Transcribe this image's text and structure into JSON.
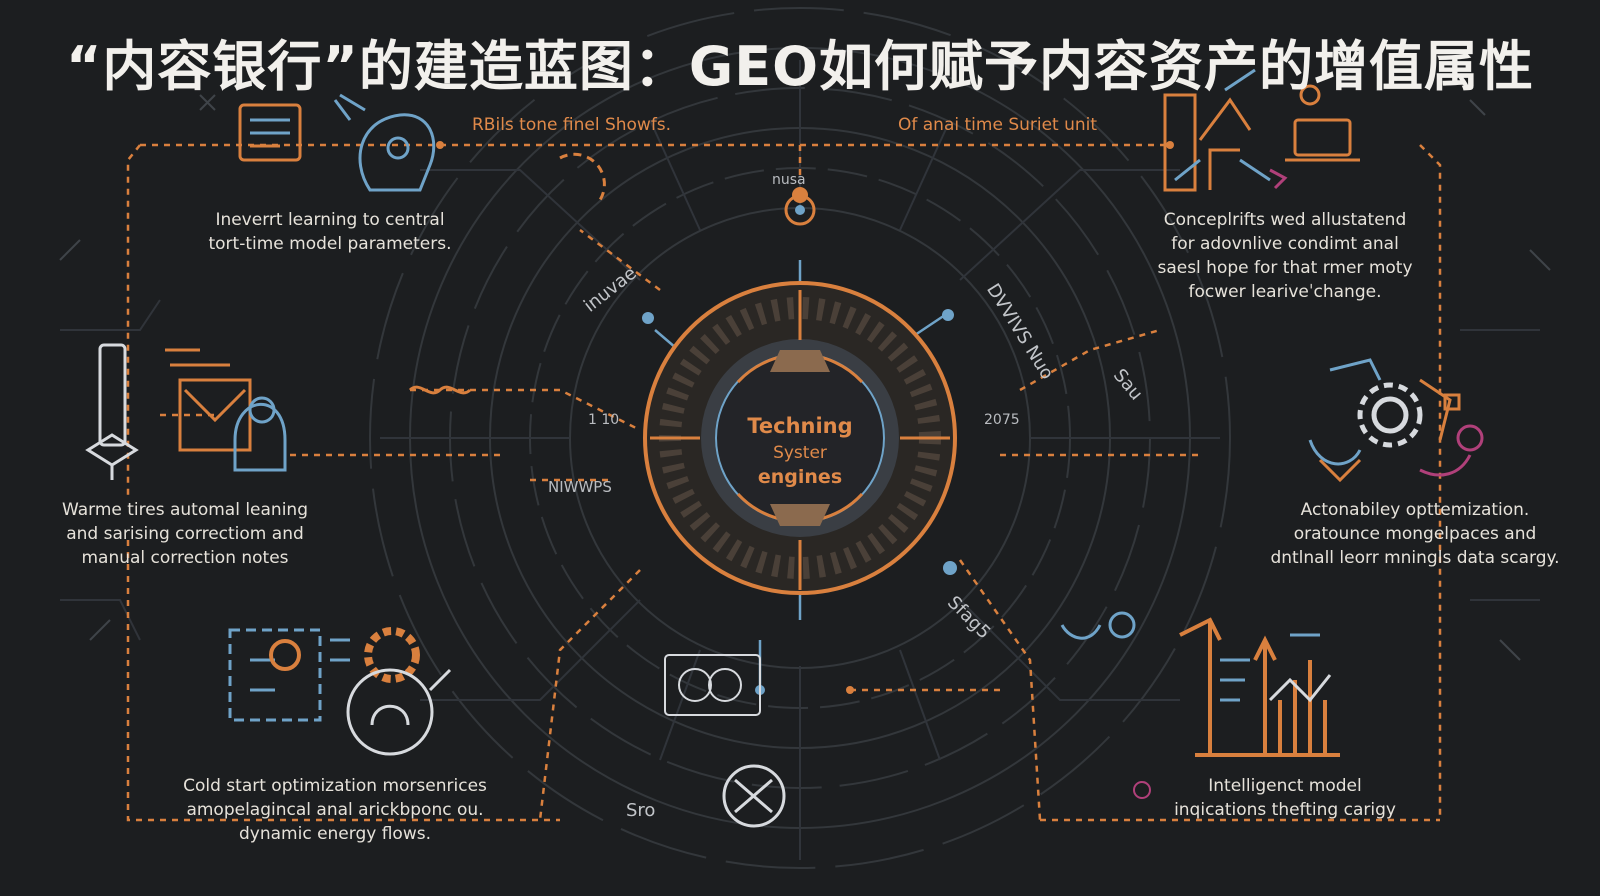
{
  "title": "“内容银行”的建造蓝图：GEO如何赋予内容资产的增值属性",
  "top_labels": {
    "left": "RBils tone finel Showfs.",
    "right": "Of anai time Suriet unit"
  },
  "center": {
    "line1": "Techning",
    "line2": "Syster",
    "line3": "engines",
    "top_tag": "nusa",
    "left_tag": "NIWWPS",
    "left_num": "1 10",
    "right_num": "2075"
  },
  "rotated": {
    "upper_left": "inuvae",
    "upper_right": "DVVIVS Nuo",
    "right_mid": "Sau",
    "lower_right": "Sfag5",
    "bottom": "Sro"
  },
  "captions": {
    "upper_left": "Ineverrt learning to central\ntort-time model parameters.",
    "upper_right": "Conceplrifts wed allustatend\nfor adovnlive condimt anal\nsaesl hope for that rmer moty\nfocwer leariveˈchange.",
    "mid_left": "Warme tires automal leaning\nand sarising correctiom and\nmanual correction notes",
    "mid_right": "Actonabiley opttemization.\noratounce mongelpaces and\ndntlnall leorr mningls data scargy.",
    "lower_left": "Cold start optimization morsenrices\namopelagincal anal arickbponc ou.\ndynamic energy flows.",
    "lower_right": "Intelligenct model\ninqications thefting carigy"
  },
  "colors": {
    "background": "#1c1e20",
    "orange": "#d9803e",
    "blue": "#6fa3c8",
    "grey": "#3c4146",
    "magenta": "#b0407a"
  },
  "icons": [
    "document-stack-icon",
    "head-circuit-icon",
    "flowchart-icon",
    "gear-icon",
    "thermometer-icon",
    "funnel-icon",
    "laptop-icon",
    "bar-chart-icon",
    "compass-icon",
    "camera-icon"
  ]
}
